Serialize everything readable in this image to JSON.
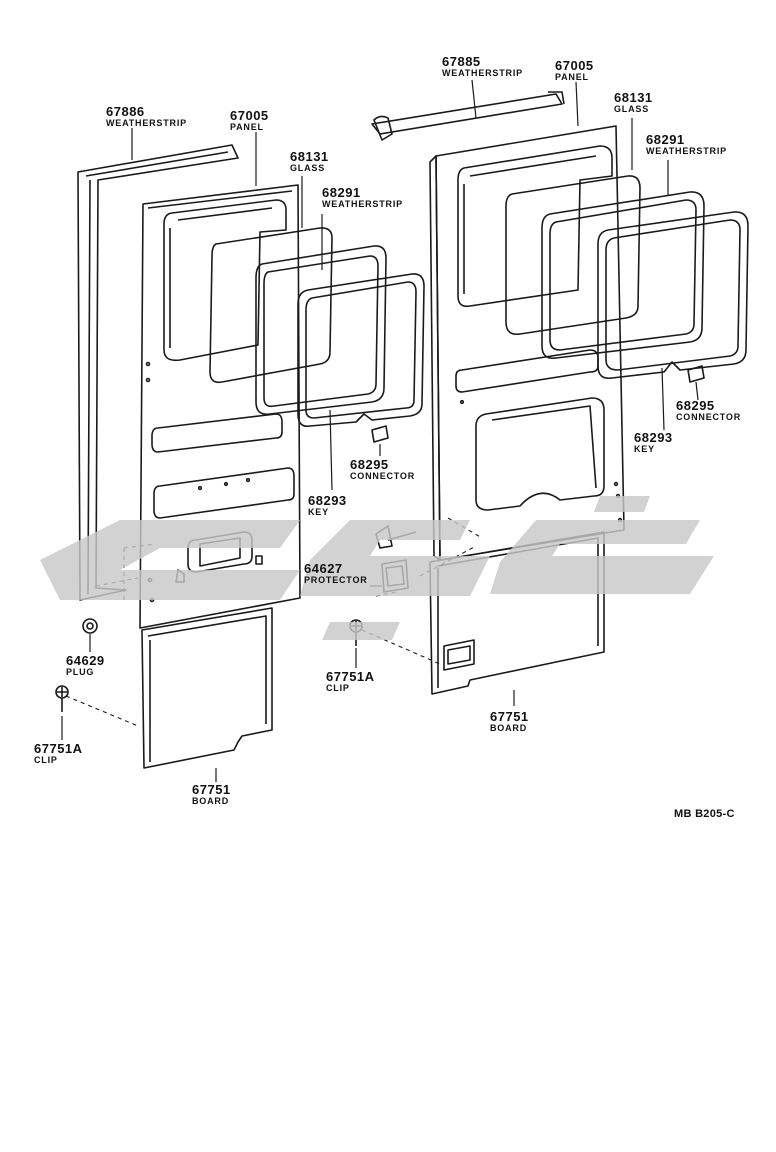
{
  "labels": [
    {
      "id": "lw-67886",
      "part": "67886",
      "name": "WEATHERSTRIP"
    },
    {
      "id": "lp-67005",
      "part": "67005",
      "name": "PANEL"
    },
    {
      "id": "lg-68131",
      "part": "68131",
      "name": "GLASS"
    },
    {
      "id": "lws-68291",
      "part": "68291",
      "name": "WEATHERSTRIP"
    },
    {
      "id": "lc-68295",
      "part": "68295",
      "name": "CONNECTOR"
    },
    {
      "id": "lk-68293",
      "part": "68293",
      "name": "KEY"
    },
    {
      "id": "lpl-64629",
      "part": "64629",
      "name": "PLUG"
    },
    {
      "id": "lcl-67751A",
      "part": "67751A",
      "name": "CLIP"
    },
    {
      "id": "lb-67751",
      "part": "67751",
      "name": "BOARD"
    },
    {
      "id": "pr-64627",
      "part": "64627",
      "name": "PROTECTOR"
    },
    {
      "id": "cc-67751A",
      "part": "67751A",
      "name": "CLIP"
    },
    {
      "id": "rw-67885",
      "part": "67885",
      "name": "WEATHERSTRIP"
    },
    {
      "id": "rp-67005",
      "part": "67005",
      "name": "PANEL"
    },
    {
      "id": "rg-68131",
      "part": "68131",
      "name": "GLASS"
    },
    {
      "id": "rws-68291",
      "part": "68291",
      "name": "WEATHERSTRIP"
    },
    {
      "id": "rc-68295",
      "part": "68295",
      "name": "CONNECTOR"
    },
    {
      "id": "rk-68293",
      "part": "68293",
      "name": "KEY"
    },
    {
      "id": "rb-67751",
      "part": "67751",
      "name": "BOARD"
    }
  ],
  "reference_code": "MB B205-C",
  "colors": {
    "line": "#1a1a1a",
    "watermark": "#c8c8c8",
    "paper": "#ffffff"
  }
}
